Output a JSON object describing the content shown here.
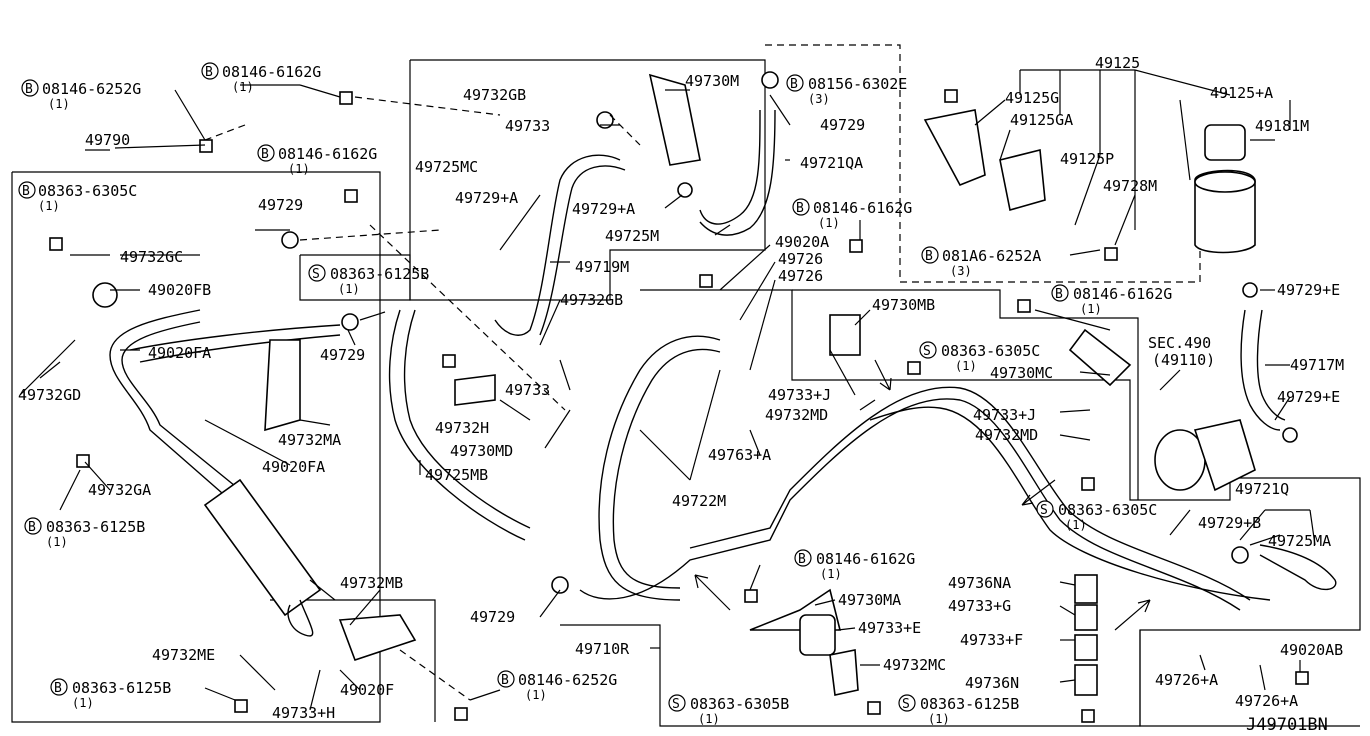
{
  "labels": {
    "l_49790": "49790",
    "l_08363_6305C_a": "08363-6305C",
    "l_08363_6305C_a_qty": "(1)",
    "l_49732GC": "49732GC",
    "l_49020FB": "49020FB",
    "l_49020FA_a": "49020FA",
    "l_49732GD": "49732GD",
    "l_49732GA": "49732GA",
    "l_08363_6125B_a": "08363-6125B",
    "l_08363_6125B_a_qty": "(1)",
    "l_08146_6252G_a": "08146-6252G",
    "l_08146_6252G_a_qty": "(1)",
    "l_08146_6162G_a": "08146-6162G",
    "l_08146_6162G_a_qty": "(1)",
    "l_08146_6162G_b": "08146-6162G",
    "l_08146_6162G_b_qty": "(1)",
    "l_49729_a": "49729",
    "l_49729_b": "49729",
    "l_49732MA": "49732MA",
    "l_49020FA_b": "49020FA",
    "l_08363_6125B_b": "08363-6125B",
    "l_08363_6125B_b_qty": "(1)",
    "l_49732GB_a": "49732GB",
    "l_49733_a": "49733",
    "l_49730M": "49730M",
    "l_49725MC": "49725MC",
    "l_49729A_a": "49729+A",
    "l_49729A_b": "49729+A",
    "l_49725M": "49725M",
    "l_49719M": "49719M",
    "l_49732GB_b": "49732GB",
    "l_49733_b": "49733",
    "l_49732H": "49732H",
    "l_49730MD": "49730MD",
    "l_49725MB": "49725MB",
    "l_08156_6302E": "08156-6302E",
    "l_08156_6302E_qty": "(3)",
    "l_49729_c": "49729",
    "l_49721QA": "49721QA",
    "l_08146_6162G_c": "08146-6162G",
    "l_08146_6162G_c_qty": "(1)",
    "l_49020A": "49020A",
    "l_49726_a": "49726",
    "l_49726_b": "49726",
    "l_49125": "49125",
    "l_49125G": "49125G",
    "l_49125GA": "49125GA",
    "l_49125P": "49125P",
    "l_49728M": "49728M",
    "l_081A6_6252A": "081A6-6252A",
    "l_081A6_6252A_qty": "(3)",
    "l_49125A": "49125+A",
    "l_49181M": "49181M",
    "l_49729E_a": "49729+E",
    "l_49730MB": "49730MB",
    "l_08146_6162G_d": "08146-6162G",
    "l_08146_6162G_d_qty": "(1)",
    "l_08363_6305C_b": "08363-6305C",
    "l_08363_6305C_b_qty": "(1)",
    "l_49730MC": "49730MC",
    "l_49733J_a": "49733+J",
    "l_49732MD_a": "49732MD",
    "l_49763A": "49763+A",
    "l_49722M": "49722M",
    "l_SEC490": "SEC.490",
    "l_SEC490_sub": "(49110)",
    "l_49717M": "49717M",
    "l_49729E_b": "49729+E",
    "l_49733J_b": "49733+J",
    "l_49732MD_b": "49732MD",
    "l_08363_6305C_c": "08363-6305C",
    "l_08363_6305C_c_qty": "(1)",
    "l_49721Q": "49721Q",
    "l_49729B": "49729+B",
    "l_49725MA": "49725MA",
    "l_08146_6162G_e": "08146-6162G",
    "l_08146_6162G_e_qty": "(1)",
    "l_49730MA": "49730MA",
    "l_49733E": "49733+E",
    "l_49732MC": "49732MC",
    "l_49736NA": "49736NA",
    "l_49733G": "49733+G",
    "l_49733F": "49733+F",
    "l_49736N": "49736N",
    "l_49729_d": "49729",
    "l_49710R": "49710R",
    "l_08363_6305B": "08363-6305B",
    "l_08363_6305B_qty": "(1)",
    "l_08363_6125B_c": "08363-6125B",
    "l_08363_6125B_c_qty": "(1)",
    "l_49726A_a": "49726+A",
    "l_49726A_b": "49726+A",
    "l_49020AB": "49020AB",
    "l_49732MB": "49732MB",
    "l_49732ME": "49732ME",
    "l_49020F": "49020F",
    "l_49733H": "49733+H",
    "l_08363_6125B_d": "08363-6125B",
    "l_08363_6125B_d_qty": "(1)",
    "l_08146_6252G_b": "08146-6252G",
    "l_08146_6252G_b_qty": "(1)",
    "ref_code": "J49701BN"
  },
  "prefix_symbols": {
    "bolt": "B",
    "screw": "S"
  }
}
